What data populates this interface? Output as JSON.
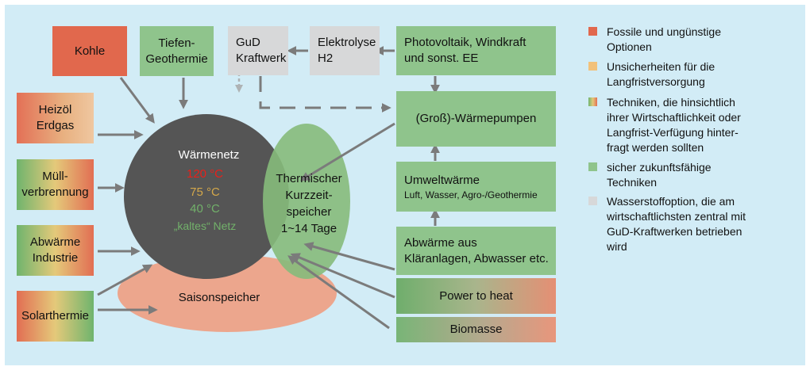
{
  "boxes": {
    "kohle": "Kohle",
    "tiefen_1": "Tiefen-",
    "tiefen_2": "Geothermie",
    "gud_1": "GuD",
    "gud_2": "Kraftwerk",
    "elektro_1": "Elektrolyse",
    "elektro_2": "H2",
    "pv_1": "Photovoltaik, Windkraft",
    "pv_2": "und sonst. EE",
    "heizoel_1": "Heizöl",
    "heizoel_2": "Erdgas",
    "waermepumpen": "(Groß)-Wärmepumpen",
    "muell_1": "Müll-",
    "muell_2": "verbrennung",
    "umwelt_1": "Umweltwärme",
    "umwelt_2": "Luft, Wasser, Agro-/Geothermie",
    "abwaerme_ind_1": "Abwärme",
    "abwaerme_ind_2": "Industrie",
    "abwaerme_klaer_1": "Abwärme aus",
    "abwaerme_klaer_2": "Kläranlagen, Abwasser etc.",
    "solar": "Solarthermie",
    "power": "Power to heat",
    "biomasse": "Biomasse"
  },
  "network": {
    "title": "Wärmenetz",
    "t120": "120 °C",
    "t75": "75 °C",
    "t40": "40 °C",
    "kalt": "„kaltes“ Netz"
  },
  "kurzzeit": {
    "l1": "Thermischer",
    "l2": "Kurzzeit-",
    "l3": "speicher",
    "l4": "1~14 Tage"
  },
  "saison": "Saisonspeicher",
  "legend": [
    {
      "text": [
        "Fossile und ungünstige",
        "Optionen"
      ],
      "color": "#e1684d"
    },
    {
      "text": [
        "Unsicherheiten für die",
        "Langfristversorgung"
      ],
      "color": "#f2c17a"
    },
    {
      "text": [
        "Techniken, die hinsichtlich",
        "ihrer Wirtschaftlichkeit oder",
        "Langfrist-Verfügung hinter-",
        "fragt werden sollten"
      ],
      "color": "gradient"
    },
    {
      "text": [
        "sicher zukunftsfähige",
        "Techniken"
      ],
      "color": "#8fc48c"
    },
    {
      "text": [
        "Wasserstoffoption, die am",
        "wirtschaftlichsten zentral mit",
        "GuD-Kraftwerken betrieben",
        "wird"
      ],
      "color": "#d7d8d9"
    }
  ],
  "colors": {
    "fossil": "#e1684d",
    "uncertain": "#f2c17a",
    "sustainable": "#8fc48c",
    "hydrogen": "#d7d8d9",
    "network": "#555555",
    "kurzzeit": "#86bb7b",
    "saison": "#eca68d",
    "arrow": "#7b7b7b",
    "panel": "#d2ecf6"
  }
}
